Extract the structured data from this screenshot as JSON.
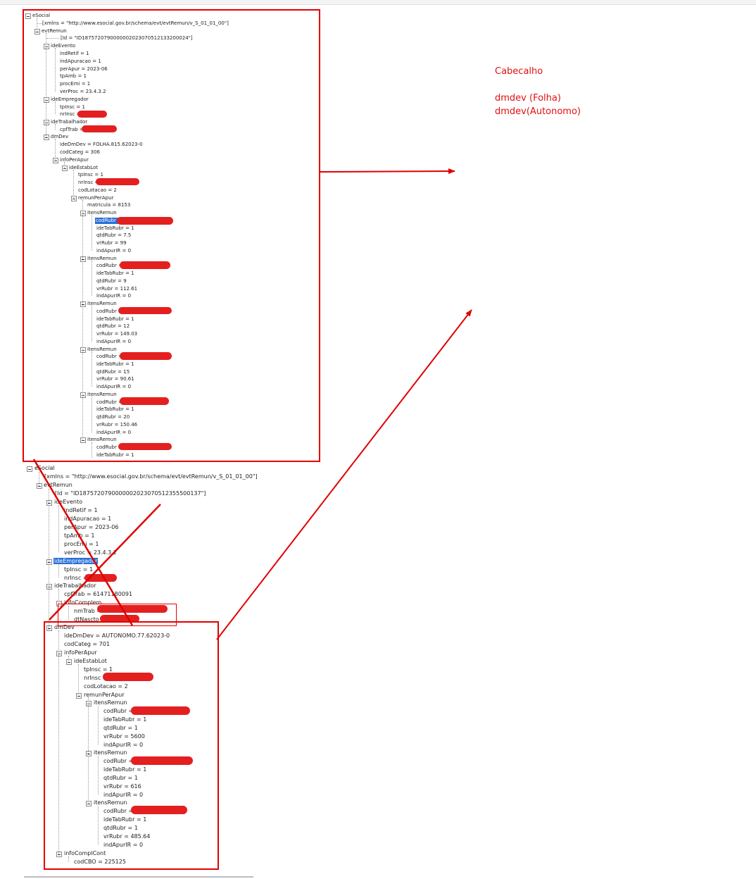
{
  "tree1": {
    "nodes": [
      {
        "text": "eSocial"
      },
      {
        "text": "[xmlns = \"http://www.esocial.gov.br/schema/evt/evtRemun/v_S_01_01_00\"]"
      },
      {
        "text": "evtRemun"
      },
      {
        "text": "[Id = \"ID1875720790000002023070512133200024\"]"
      },
      {
        "text": "ideEvento"
      },
      {
        "text": "indRetif = 1"
      },
      {
        "text": "indApuracao = 1"
      },
      {
        "text": "perApur = 2023-06"
      },
      {
        "text": "tpAmb = 1"
      },
      {
        "text": "procEmi = 1"
      },
      {
        "text": "verProc = 23.4.3.2"
      },
      {
        "text": "ideEmpregador"
      },
      {
        "text": "tpInsc = 1"
      },
      {
        "text": "nrInsc ="
      },
      {
        "text": "ideTrabalhador"
      },
      {
        "text": "cpfTrab ="
      },
      {
        "text": "dmDev"
      },
      {
        "text": "ideDmDev = FOLHA.815.62023-0"
      },
      {
        "text": "codCateg = 306"
      },
      {
        "text": "infoPerApur"
      },
      {
        "text": "ideEstabLot"
      },
      {
        "text": "tpInsc = 1"
      },
      {
        "text": "nrInsc ="
      },
      {
        "text": "codLotacao = 2"
      },
      {
        "text": "remunPerApur"
      },
      {
        "text": "matricula = 8153"
      },
      {
        "text": "itensRemun"
      },
      {
        "text": "codRubr ="
      },
      {
        "text": "ideTabRubr = 1"
      },
      {
        "text": "qtdRubr = 7.5"
      },
      {
        "text": "vrRubr = 99"
      },
      {
        "text": "indApurIR = 0"
      },
      {
        "text": "itensRemun"
      },
      {
        "text": "codRubr ="
      },
      {
        "text": "ideTabRubr = 1"
      },
      {
        "text": "qtdRubr = 9"
      },
      {
        "text": "vrRubr = 112.61"
      },
      {
        "text": "indApurIR = 0"
      },
      {
        "text": "itensRemun"
      },
      {
        "text": "codRubr ="
      },
      {
        "text": "ideTabRubr = 1"
      },
      {
        "text": "qtdRubr = 12"
      },
      {
        "text": "vrRubr = 149.03"
      },
      {
        "text": "indApurIR = 0"
      },
      {
        "text": "itensRemun"
      },
      {
        "text": "codRubr ="
      },
      {
        "text": "ideTabRubr = 1"
      },
      {
        "text": "qtdRubr = 15"
      },
      {
        "text": "vrRubr = 90.61"
      },
      {
        "text": "indApurIR = 0"
      },
      {
        "text": "itensRemun"
      },
      {
        "text": "codRubr ="
      },
      {
        "text": "ideTabRubr = 1"
      },
      {
        "text": "qtdRubr = 20"
      },
      {
        "text": "vrRubr = 150.46"
      },
      {
        "text": "indApurIR = 0"
      },
      {
        "text": "itensRemun"
      },
      {
        "text": "codRubr ="
      },
      {
        "text": "ideTabRubr = 1"
      }
    ]
  },
  "tree2": {
    "nodes": [
      {
        "text": "eSocial"
      },
      {
        "text": "[xmlns = \"http://www.esocial.gov.br/schema/evt/evtRemun/v_S_01_01_00\"]"
      },
      {
        "text": "evtRemun"
      },
      {
        "text": "[Id = \"ID1875720790000002023070512355500137\"]"
      },
      {
        "text": "ideEvento"
      },
      {
        "text": "indRetif = 1"
      },
      {
        "text": "indApuracao = 1"
      },
      {
        "text": "perApur = 2023-06"
      },
      {
        "text": "tpAmb = 1"
      },
      {
        "text": "procEmi = 1"
      },
      {
        "text": "verProc = 23.4.3.2"
      },
      {
        "text": "ideEmpregador"
      },
      {
        "text": "tpInsc = 1"
      },
      {
        "text": "nrInsc ="
      },
      {
        "text": "ideTrabalhador"
      },
      {
        "text": "cpfTrab = 61471180091"
      },
      {
        "text": "infoComplem"
      },
      {
        "text": "nmTrab ="
      },
      {
        "text": "dtNascto ="
      },
      {
        "text": "dmDev"
      },
      {
        "text": "ideDmDev = AUTONOMO.77.62023-0"
      },
      {
        "text": "codCateg = 701"
      },
      {
        "text": "infoPerApur"
      },
      {
        "text": "ideEstabLot"
      },
      {
        "text": "tpInsc = 1"
      },
      {
        "text": "nrInsc ="
      },
      {
        "text": "codLotacao = 2"
      },
      {
        "text": "remunPerApur"
      },
      {
        "text": "itensRemun"
      },
      {
        "text": "codRubr ="
      },
      {
        "text": "ideTabRubr = 1"
      },
      {
        "text": "qtdRubr = 1"
      },
      {
        "text": "vrRubr = 5600"
      },
      {
        "text": "indApurIR = 0"
      },
      {
        "text": "itensRemun"
      },
      {
        "text": "codRubr ="
      },
      {
        "text": "ideTabRubr = 1"
      },
      {
        "text": "qtdRubr = 1"
      },
      {
        "text": "vrRubr = 616"
      },
      {
        "text": "indApurIR = 0"
      },
      {
        "text": "itensRemun"
      },
      {
        "text": "codRubr ="
      },
      {
        "text": "ideTabRubr = 1"
      },
      {
        "text": "qtdRubr = 1"
      },
      {
        "text": "vrRubr = 485.64"
      },
      {
        "text": "indApurIR = 0"
      },
      {
        "text": "infoComplCont"
      },
      {
        "text": "codCBO = 225125"
      }
    ]
  },
  "annotations": {
    "cabecalho": "Cabecalho",
    "dmdev_folha": "dmdev (Folha)",
    "dmdev_autonomo": "dmdev(Autonomo)",
    "annotation_color": "#e01010"
  }
}
